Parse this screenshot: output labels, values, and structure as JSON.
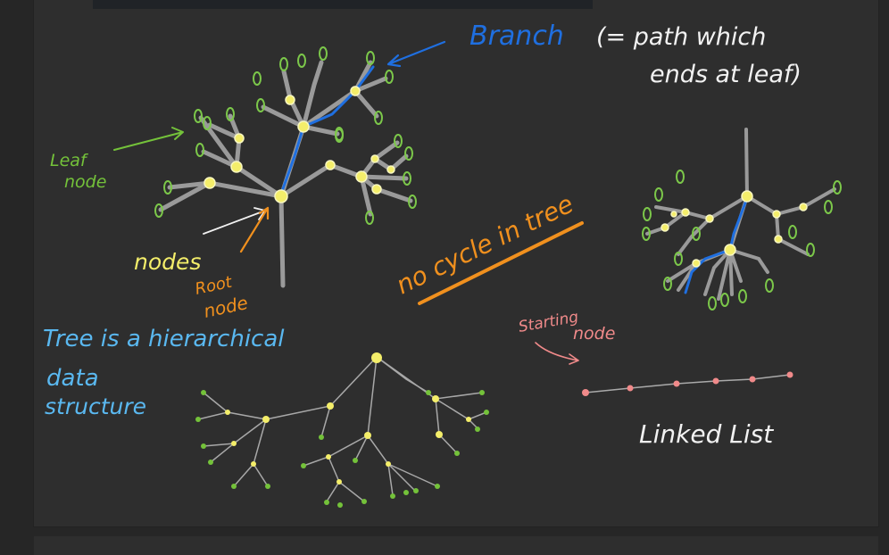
{
  "labels": {
    "branch": "Branch",
    "branch_note_1": "(= path which",
    "branch_note_2": "ends at leaf)",
    "leaf_1": "Leaf",
    "leaf_2": "node",
    "nodes": "nodes",
    "root_1": "Root",
    "root_2": "node",
    "no_cycle": "no cycle in tree",
    "tree_def_1": "Tree is  a hierarchical",
    "tree_def_2": "data",
    "tree_def_3": "structure",
    "starting_1": "Starting",
    "starting_2": "node",
    "linked_list": "Linked List"
  },
  "colors": {
    "blue": "#1f6fe0",
    "white": "#f2f2f2",
    "green": "#74c23a",
    "yellow": "#f4ee6a",
    "orange": "#f0901e",
    "cyan": "#5ab8f0",
    "pink": "#f08a8a",
    "gray": "#9a9a9a",
    "leaf": "#7cc84a"
  }
}
